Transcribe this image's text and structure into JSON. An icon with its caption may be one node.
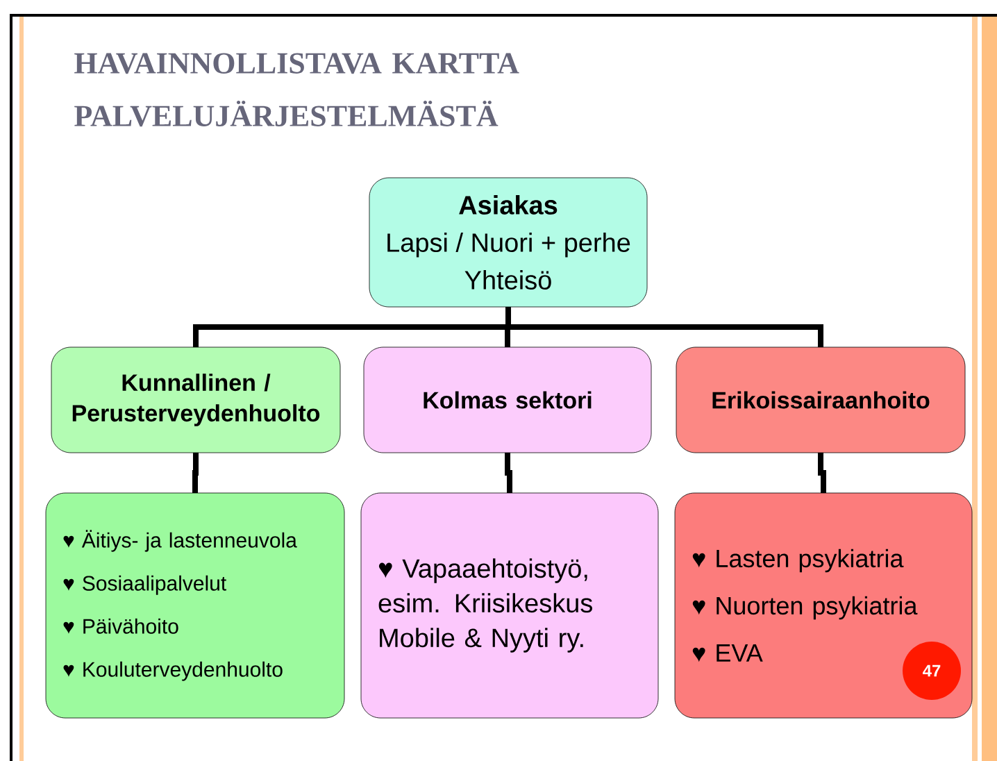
{
  "diagram": {
    "title": "HAVAINNOLLISTAVA KARTTA PALVELUJÄRJESTELMÄSTÄ",
    "nodes": [
      {
        "text": [
          "Asiakas",
          "Lapsi / Nuori + perhe",
          "Yhteisö"
        ]
      },
      {
        "text": [
          "Kunnallinen / Perusterveydenhuolto"
        ]
      },
      {
        "text": [
          "Kolmas sektori"
        ]
      },
      {
        "text": [
          "Erikoissairaanhoito"
        ]
      },
      {
        "text": [
          "♥ Äitiys- ja lastenneuvola",
          "♥ Sosiaalipalvelut",
          "♥ Päivähoito",
          "♥ Kouluterveydenhuolto"
        ]
      },
      {
        "text": [
          "♥ Vapaaehtoistyö, esim. Kriisikeskus Mobile & Nyyti ry."
        ]
      },
      {
        "text": [
          "♥ Lasten psykiatria",
          "♥ Nuorten psykiatria",
          "♥ EVA"
        ]
      }
    ],
    "edges": [
      {
        "from": 0,
        "to": 1,
        "arrow": "none"
      },
      {
        "from": 0,
        "to": 2,
        "arrow": "none"
      },
      {
        "from": 0,
        "to": 3,
        "arrow": "none"
      },
      {
        "from": 1,
        "to": 4,
        "arrow": "none"
      },
      {
        "from": 2,
        "to": 5,
        "arrow": "none"
      },
      {
        "from": 3,
        "to": 6,
        "arrow": "none"
      }
    ],
    "labels": [
      "47"
    ]
  }
}
